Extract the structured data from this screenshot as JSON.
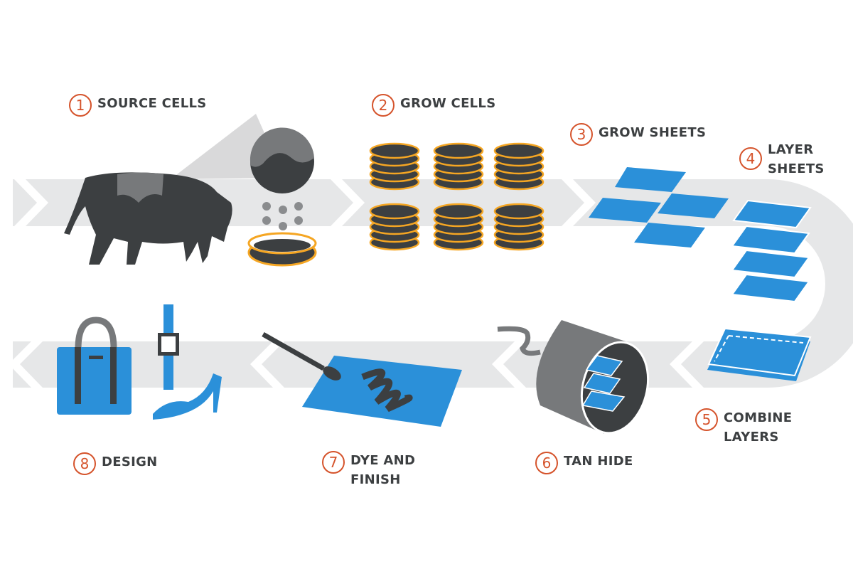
{
  "colors": {
    "band": "#e6e7e8",
    "dark": "#3c3f41",
    "mid": "#77797b",
    "blue": "#2b90d9",
    "orange": "#f5a623",
    "accent": "#d5532b"
  },
  "steps": [
    {
      "num": "1",
      "label": "SOURCE CELLS"
    },
    {
      "num": "2",
      "label": "GROW CELLS"
    },
    {
      "num": "3",
      "label": "GROW SHEETS"
    },
    {
      "num": "4",
      "label_line1": "LAYER",
      "label_line2": "SHEETS"
    },
    {
      "num": "5",
      "label_line1": "COMBINE",
      "label_line2": "LAYERS"
    },
    {
      "num": "6",
      "label": "TAN HIDE"
    },
    {
      "num": "7",
      "label_line1": "DYE AND",
      "label_line2": "FINISH"
    },
    {
      "num": "8",
      "label": "DESIGN"
    }
  ]
}
